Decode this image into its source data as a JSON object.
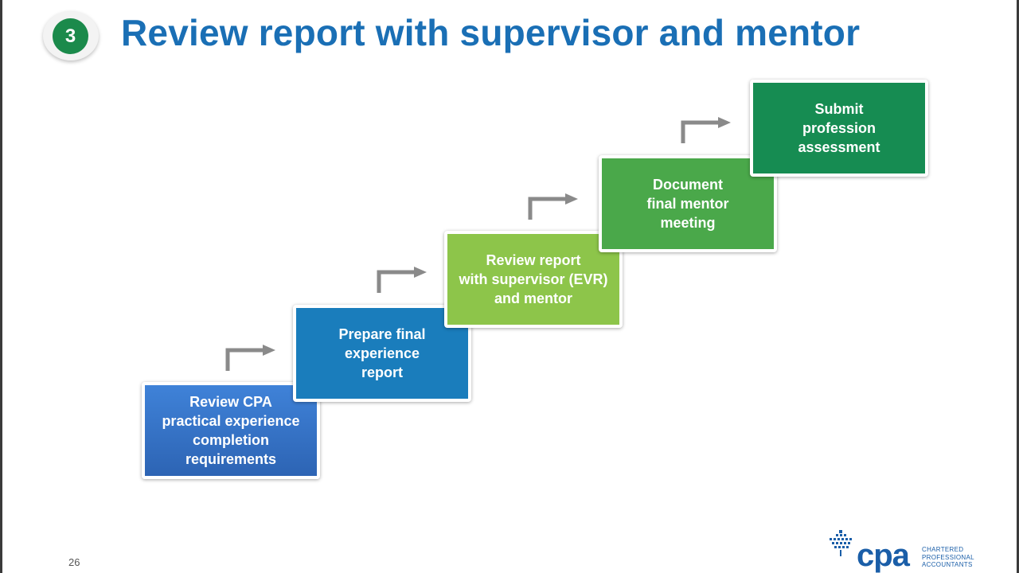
{
  "slide": {
    "step_number": "3",
    "title": "Review report with supervisor and mentor",
    "page_number": "26"
  },
  "steps": [
    {
      "label": "Review CPA\npractical experience\ncompletion\nrequirements",
      "color": "#3a78cf"
    },
    {
      "label": "Prepare final\nexperience\nreport",
      "color": "#1a7dbc"
    },
    {
      "label": "Review report\nwith supervisor (EVR)\nand mentor",
      "color": "#8dc54a"
    },
    {
      "label": "Document\nfinal mentor\nmeeting",
      "color": "#4aa84a"
    },
    {
      "label": "Submit\nprofession\nassessment",
      "color": "#168c52"
    }
  ],
  "logo": {
    "wordmark": "cpa",
    "line1": "CHARTERED",
    "line2": "PROFESSIONAL",
    "line3": "ACCOUNTANTS",
    "icon": "maple-leaf-icon"
  },
  "colors": {
    "title": "#1a6fb5",
    "badge": "#1b8a4b",
    "arrow": "#8a8a8a"
  }
}
